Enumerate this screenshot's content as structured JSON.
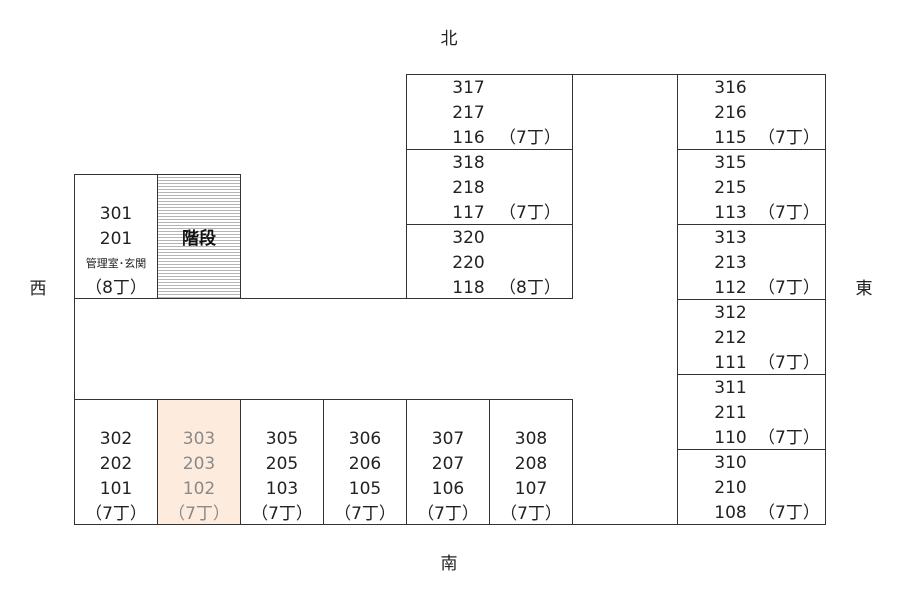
{
  "directions": {
    "north": "北",
    "south": "南",
    "west": "西",
    "east": "東"
  },
  "stairs_label": "階段",
  "highlight_color": "#fdebdd",
  "rooms": {
    "r317": {
      "top": "317",
      "mid": "217",
      "bottom": "116",
      "size": "（7丁）"
    },
    "r318": {
      "top": "318",
      "mid": "218",
      "bottom": "117",
      "size": "（7丁）"
    },
    "r320": {
      "top": "320",
      "mid": "220",
      "bottom": "118",
      "size": "（8丁）"
    },
    "r316": {
      "top": "316",
      "mid": "216",
      "bottom": "115",
      "size": "（7丁）"
    },
    "r315": {
      "top": "315",
      "mid": "215",
      "bottom": "113",
      "size": "（7丁）"
    },
    "r313": {
      "top": "313",
      "mid": "213",
      "bottom": "112",
      "size": "（7丁）"
    },
    "r312": {
      "top": "312",
      "mid": "212",
      "bottom": "111",
      "size": "（7丁）"
    },
    "r311": {
      "top": "311",
      "mid": "211",
      "bottom": "110",
      "size": "（7丁）"
    },
    "r310": {
      "top": "310",
      "mid": "210",
      "bottom": "108",
      "size": "（7丁）"
    },
    "r301": {
      "top": "301",
      "mid": "201",
      "bottom": "管理室･玄関",
      "size": "（8丁）"
    },
    "r302": {
      "top": "302",
      "mid": "202",
      "bottom": "101",
      "size": "（7丁）"
    },
    "r303": {
      "top": "303",
      "mid": "203",
      "bottom": "102",
      "size": "（7丁）"
    },
    "r305": {
      "top": "305",
      "mid": "205",
      "bottom": "103",
      "size": "（7丁）"
    },
    "r306": {
      "top": "306",
      "mid": "206",
      "bottom": "105",
      "size": "（7丁）"
    },
    "r307": {
      "top": "307",
      "mid": "207",
      "bottom": "106",
      "size": "（7丁）"
    },
    "r308": {
      "top": "308",
      "mid": "208",
      "bottom": "107",
      "size": "（7丁）"
    }
  }
}
